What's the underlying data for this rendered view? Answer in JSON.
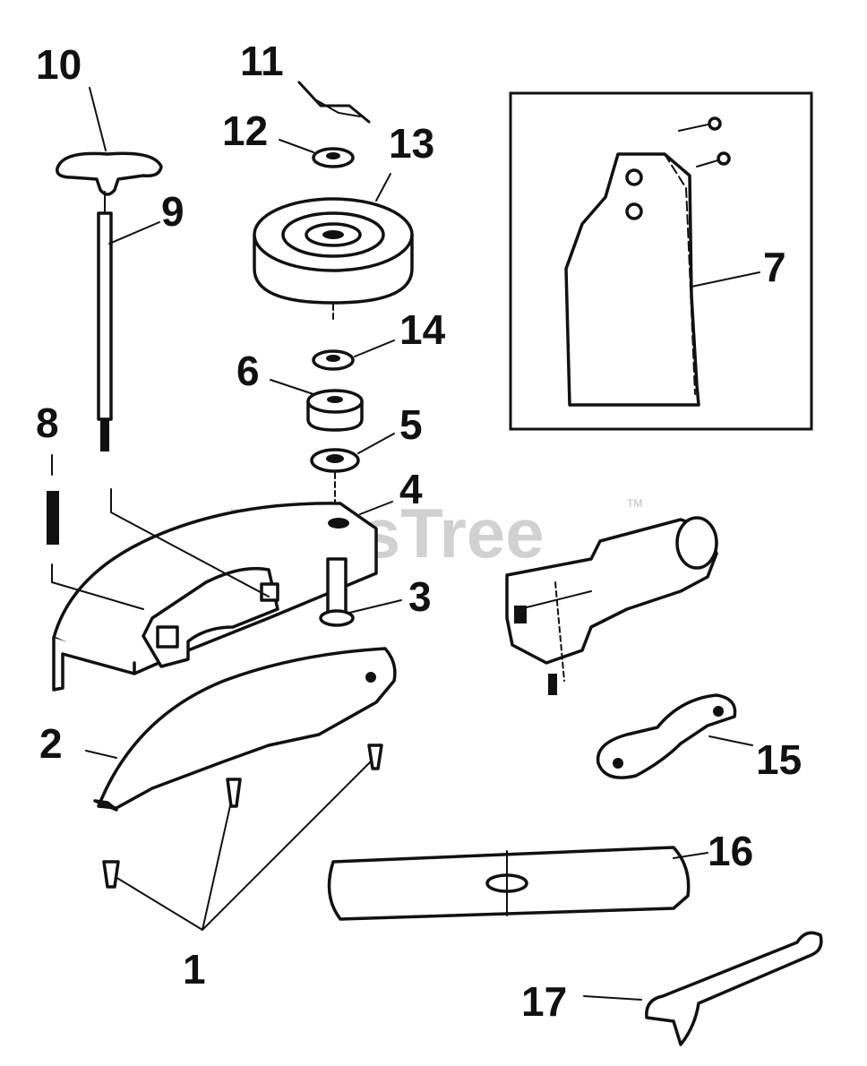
{
  "watermark": {
    "text": "PartsTree",
    "trademark": "TM"
  },
  "callouts": {
    "c1": "1",
    "c2": "2",
    "c3": "3",
    "c4": "4",
    "c5": "5",
    "c6": "6",
    "c7": "7",
    "c8": "8",
    "c9": "9",
    "c10": "10",
    "c11": "11",
    "c12": "12",
    "c13": "13",
    "c14": "14",
    "c15": "15",
    "c16": "16",
    "c17": "17"
  }
}
